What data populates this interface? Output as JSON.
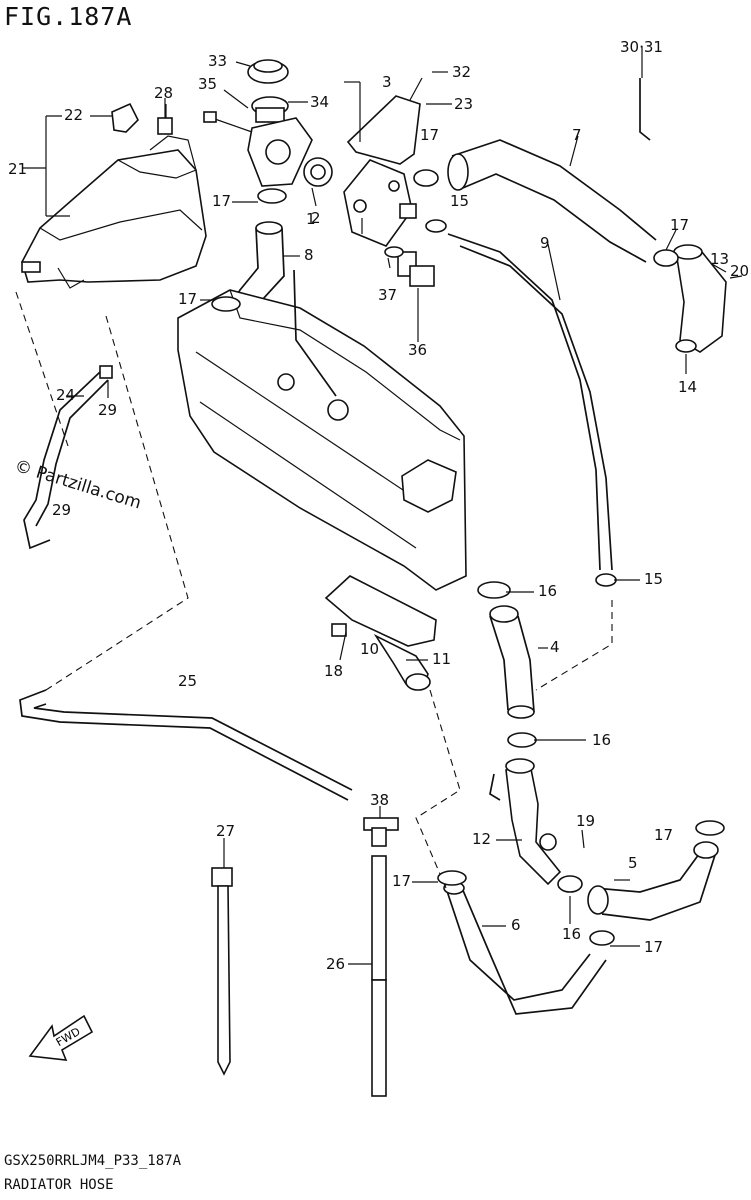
{
  "figure": {
    "title": "FIG.187A",
    "code": "GSX250RRLJM4_P33_187A",
    "name": "RADIATOR HOSE",
    "watermark": "© Partzilla.com",
    "fwd_label": "FWD"
  },
  "callouts": [
    {
      "id": "c1",
      "text": "1"
    },
    {
      "id": "c2",
      "text": "2"
    },
    {
      "id": "c3",
      "text": "3"
    },
    {
      "id": "c4",
      "text": "4"
    },
    {
      "id": "c5",
      "text": "5"
    },
    {
      "id": "c6",
      "text": "6"
    },
    {
      "id": "c7",
      "text": "7"
    },
    {
      "id": "c8",
      "text": "8"
    },
    {
      "id": "c9",
      "text": "9"
    },
    {
      "id": "c10",
      "text": "10"
    },
    {
      "id": "c11",
      "text": "11"
    },
    {
      "id": "c12",
      "text": "12"
    },
    {
      "id": "c13",
      "text": "13"
    },
    {
      "id": "c14",
      "text": "14"
    },
    {
      "id": "c15a",
      "text": "15"
    },
    {
      "id": "c15b",
      "text": "15"
    },
    {
      "id": "c16a",
      "text": "16"
    },
    {
      "id": "c16b",
      "text": "16"
    },
    {
      "id": "c16c",
      "text": "16"
    },
    {
      "id": "c17a",
      "text": "17"
    },
    {
      "id": "c17b",
      "text": "17"
    },
    {
      "id": "c17c",
      "text": "17"
    },
    {
      "id": "c17d",
      "text": "17"
    },
    {
      "id": "c17e",
      "text": "17"
    },
    {
      "id": "c17f",
      "text": "17"
    },
    {
      "id": "c17g",
      "text": "17"
    },
    {
      "id": "c18",
      "text": "18"
    },
    {
      "id": "c19",
      "text": "19"
    },
    {
      "id": "c20",
      "text": "20"
    },
    {
      "id": "c21",
      "text": "21"
    },
    {
      "id": "c22",
      "text": "22"
    },
    {
      "id": "c23",
      "text": "23"
    },
    {
      "id": "c24",
      "text": "24"
    },
    {
      "id": "c25",
      "text": "25"
    },
    {
      "id": "c26",
      "text": "26"
    },
    {
      "id": "c27",
      "text": "27"
    },
    {
      "id": "c28",
      "text": "28"
    },
    {
      "id": "c29a",
      "text": "29"
    },
    {
      "id": "c29b",
      "text": "29"
    },
    {
      "id": "c3031",
      "text": "30·31"
    },
    {
      "id": "c32",
      "text": "32"
    },
    {
      "id": "c33",
      "text": "33"
    },
    {
      "id": "c34",
      "text": "34"
    },
    {
      "id": "c35",
      "text": "35"
    },
    {
      "id": "c36",
      "text": "36"
    },
    {
      "id": "c37",
      "text": "37"
    },
    {
      "id": "c38",
      "text": "38"
    }
  ]
}
